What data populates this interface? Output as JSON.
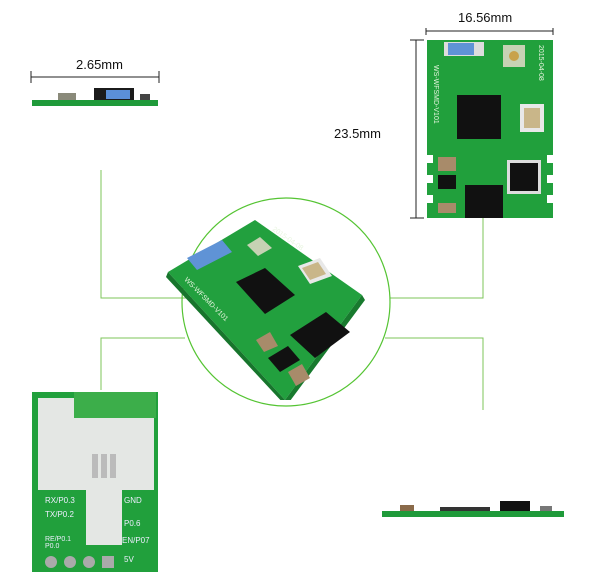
{
  "dimensions": {
    "thickness": "2.65mm",
    "width": "16.56mm",
    "height": "23.5mm"
  },
  "board": {
    "silkscreen_date": "2015-04-08",
    "silkscreen_model": "WS-WFSMD-V101",
    "pins_left": [
      "RX/P0.3",
      "TX/P0.2",
      "RE/P0.1",
      "P0.0"
    ],
    "pins_right": [
      "GND",
      "P0.6",
      "EN/P07",
      "5V"
    ]
  },
  "colors": {
    "pcb": "#1f9a3a",
    "connector_line": "#6cc24a",
    "circle": "#55c433"
  }
}
